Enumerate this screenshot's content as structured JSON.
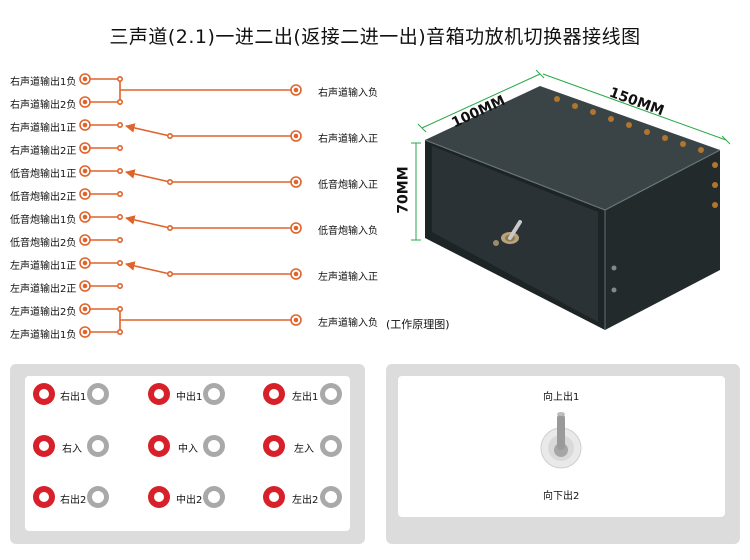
{
  "title": "三声道(2.1)一进二出(返接二进一出)音箱功放机切换器接线图",
  "colors": {
    "wire": "#e0632a",
    "jack_red": "#d7202a",
    "jack_gray": "#a9a9a9",
    "panel_bg": "#dcdcdc",
    "box": "#2b3436",
    "dim_line": "#2aa84a"
  },
  "left_labels": [
    "右声道输出1负",
    "右声道输出2负",
    "右声道输出1正",
    "右声道输出2正",
    "低音炮输出1正",
    "低音炮输出2正",
    "低音炮输出1负",
    "低音炮输出2负",
    "左声道输出1正",
    "左声道输出2正",
    "左声道输出2负",
    "左声道输出1负"
  ],
  "right_labels": [
    "右声道输入负",
    "右声道输入正",
    "低音炮输入正",
    "低音炮输入负",
    "左声道输入正",
    "左声道输入负"
  ],
  "dimensions": {
    "depth": "100MM",
    "width": "150MM",
    "height": "70MM"
  },
  "caption": "(工作原理图)",
  "jack_panel": {
    "rows": [
      [
        "右出1",
        "中出1",
        "左出1"
      ],
      [
        "右入",
        "中入",
        "左入"
      ],
      [
        "右出2",
        "中出2",
        "左出2"
      ]
    ]
  },
  "switch_panel": {
    "up_label": "向上出1",
    "down_label": "向下出2"
  }
}
